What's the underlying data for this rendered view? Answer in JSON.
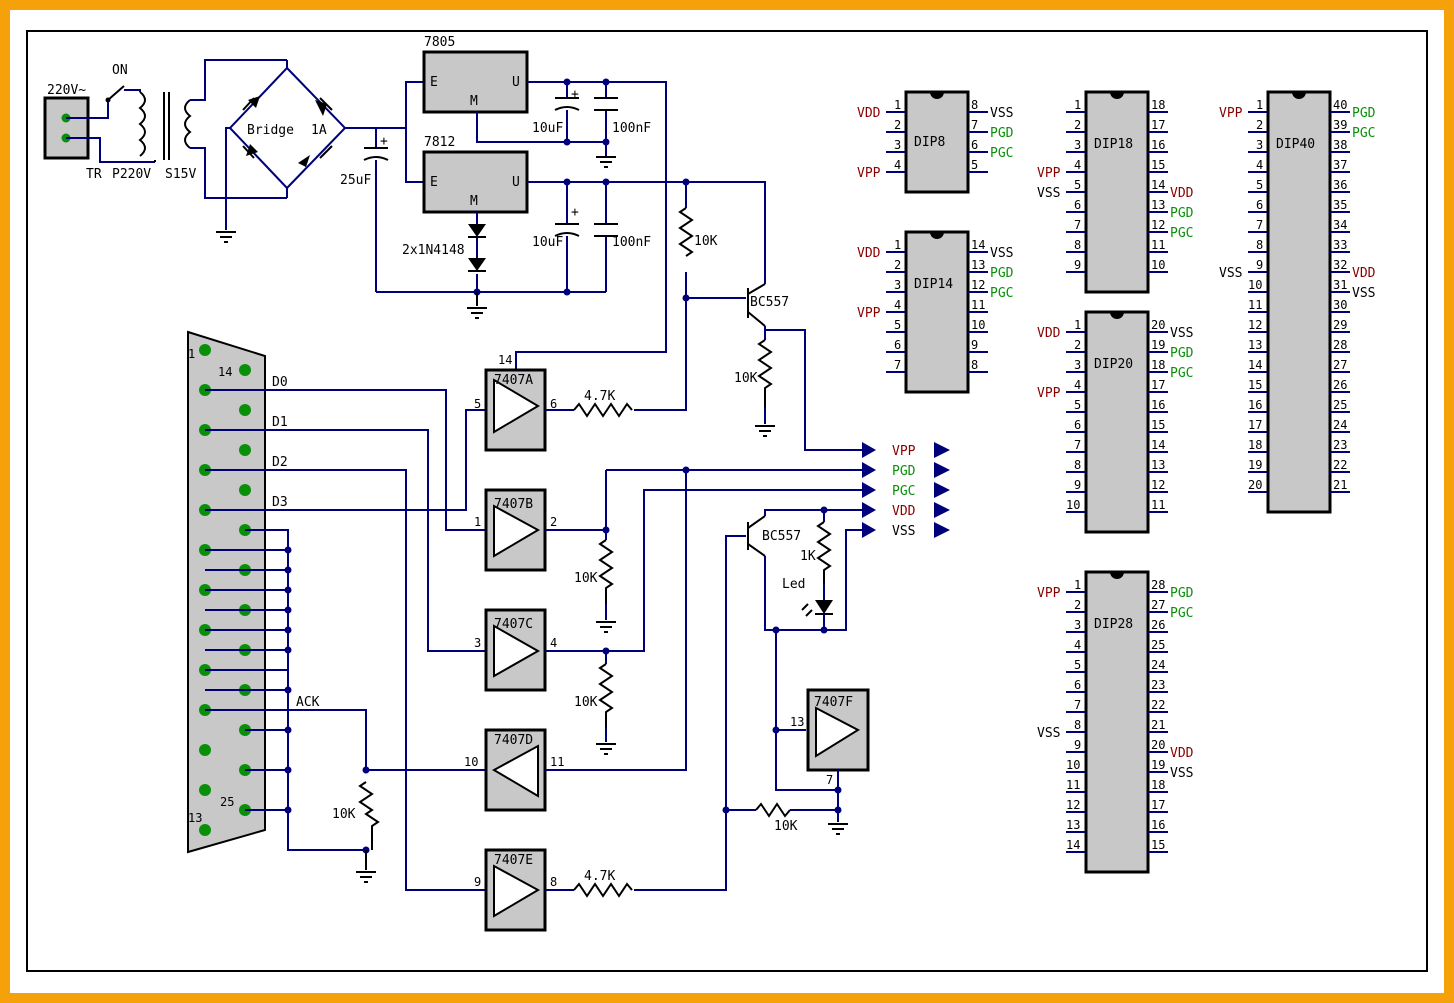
{
  "power": {
    "mains": "220V~",
    "switch": "ON",
    "tr": "TR",
    "p": "P220V",
    "s": "S15V",
    "bridge": "Bridge",
    "bridge_rating": "1A",
    "c_main": "25uF",
    "reg1": "7805",
    "reg2": "7812",
    "reg_e": "E",
    "reg_u": "U",
    "reg_m": "M",
    "c10u": "10uF",
    "c100n": "100nF",
    "diodes": "2x1N4148",
    "r10k": "10K",
    "r4k7": "4.7K",
    "r1k": "1K",
    "transistor": "BC557",
    "led": "Led",
    "plus": "+"
  },
  "buffers": [
    "7407A",
    "7407B",
    "7407C",
    "7407D",
    "7407E",
    "7407F"
  ],
  "buffer_pins": {
    "a_in": "5",
    "a_out": "6",
    "a_vcc": "14",
    "b_in": "1",
    "b_out": "2",
    "c_in": "3",
    "c_out": "4",
    "d_in": "10",
    "d_out": "11",
    "e_in": "9",
    "e_out": "8",
    "f_in": "13",
    "f_gnd": "7"
  },
  "db25": {
    "p1": "1",
    "p14": "14",
    "p13": "13",
    "p25": "25",
    "d0": "D0",
    "d1": "D1",
    "d2": "D2",
    "d3": "D3",
    "ack": "ACK"
  },
  "outputs": [
    "VPP",
    "PGD",
    "PGC",
    "VDD",
    "VSS"
  ],
  "ic_names": {
    "dip8": "DIP8",
    "dip14": "DIP14",
    "dip18": "DIP18",
    "dip20": "DIP20",
    "dip28": "DIP28",
    "dip40": "DIP40"
  },
  "signals": {
    "vdd": "VDD",
    "vpp": "VPP",
    "vss": "VSS",
    "pgd": "PGD",
    "pgc": "PGC"
  },
  "colors": {
    "wire": "#00007a",
    "vdd_vpp": "#8b0000",
    "pgd_pgc": "#0a8f0a",
    "border": "#f5a20a",
    "ic_fill": "#c8c8c8"
  }
}
